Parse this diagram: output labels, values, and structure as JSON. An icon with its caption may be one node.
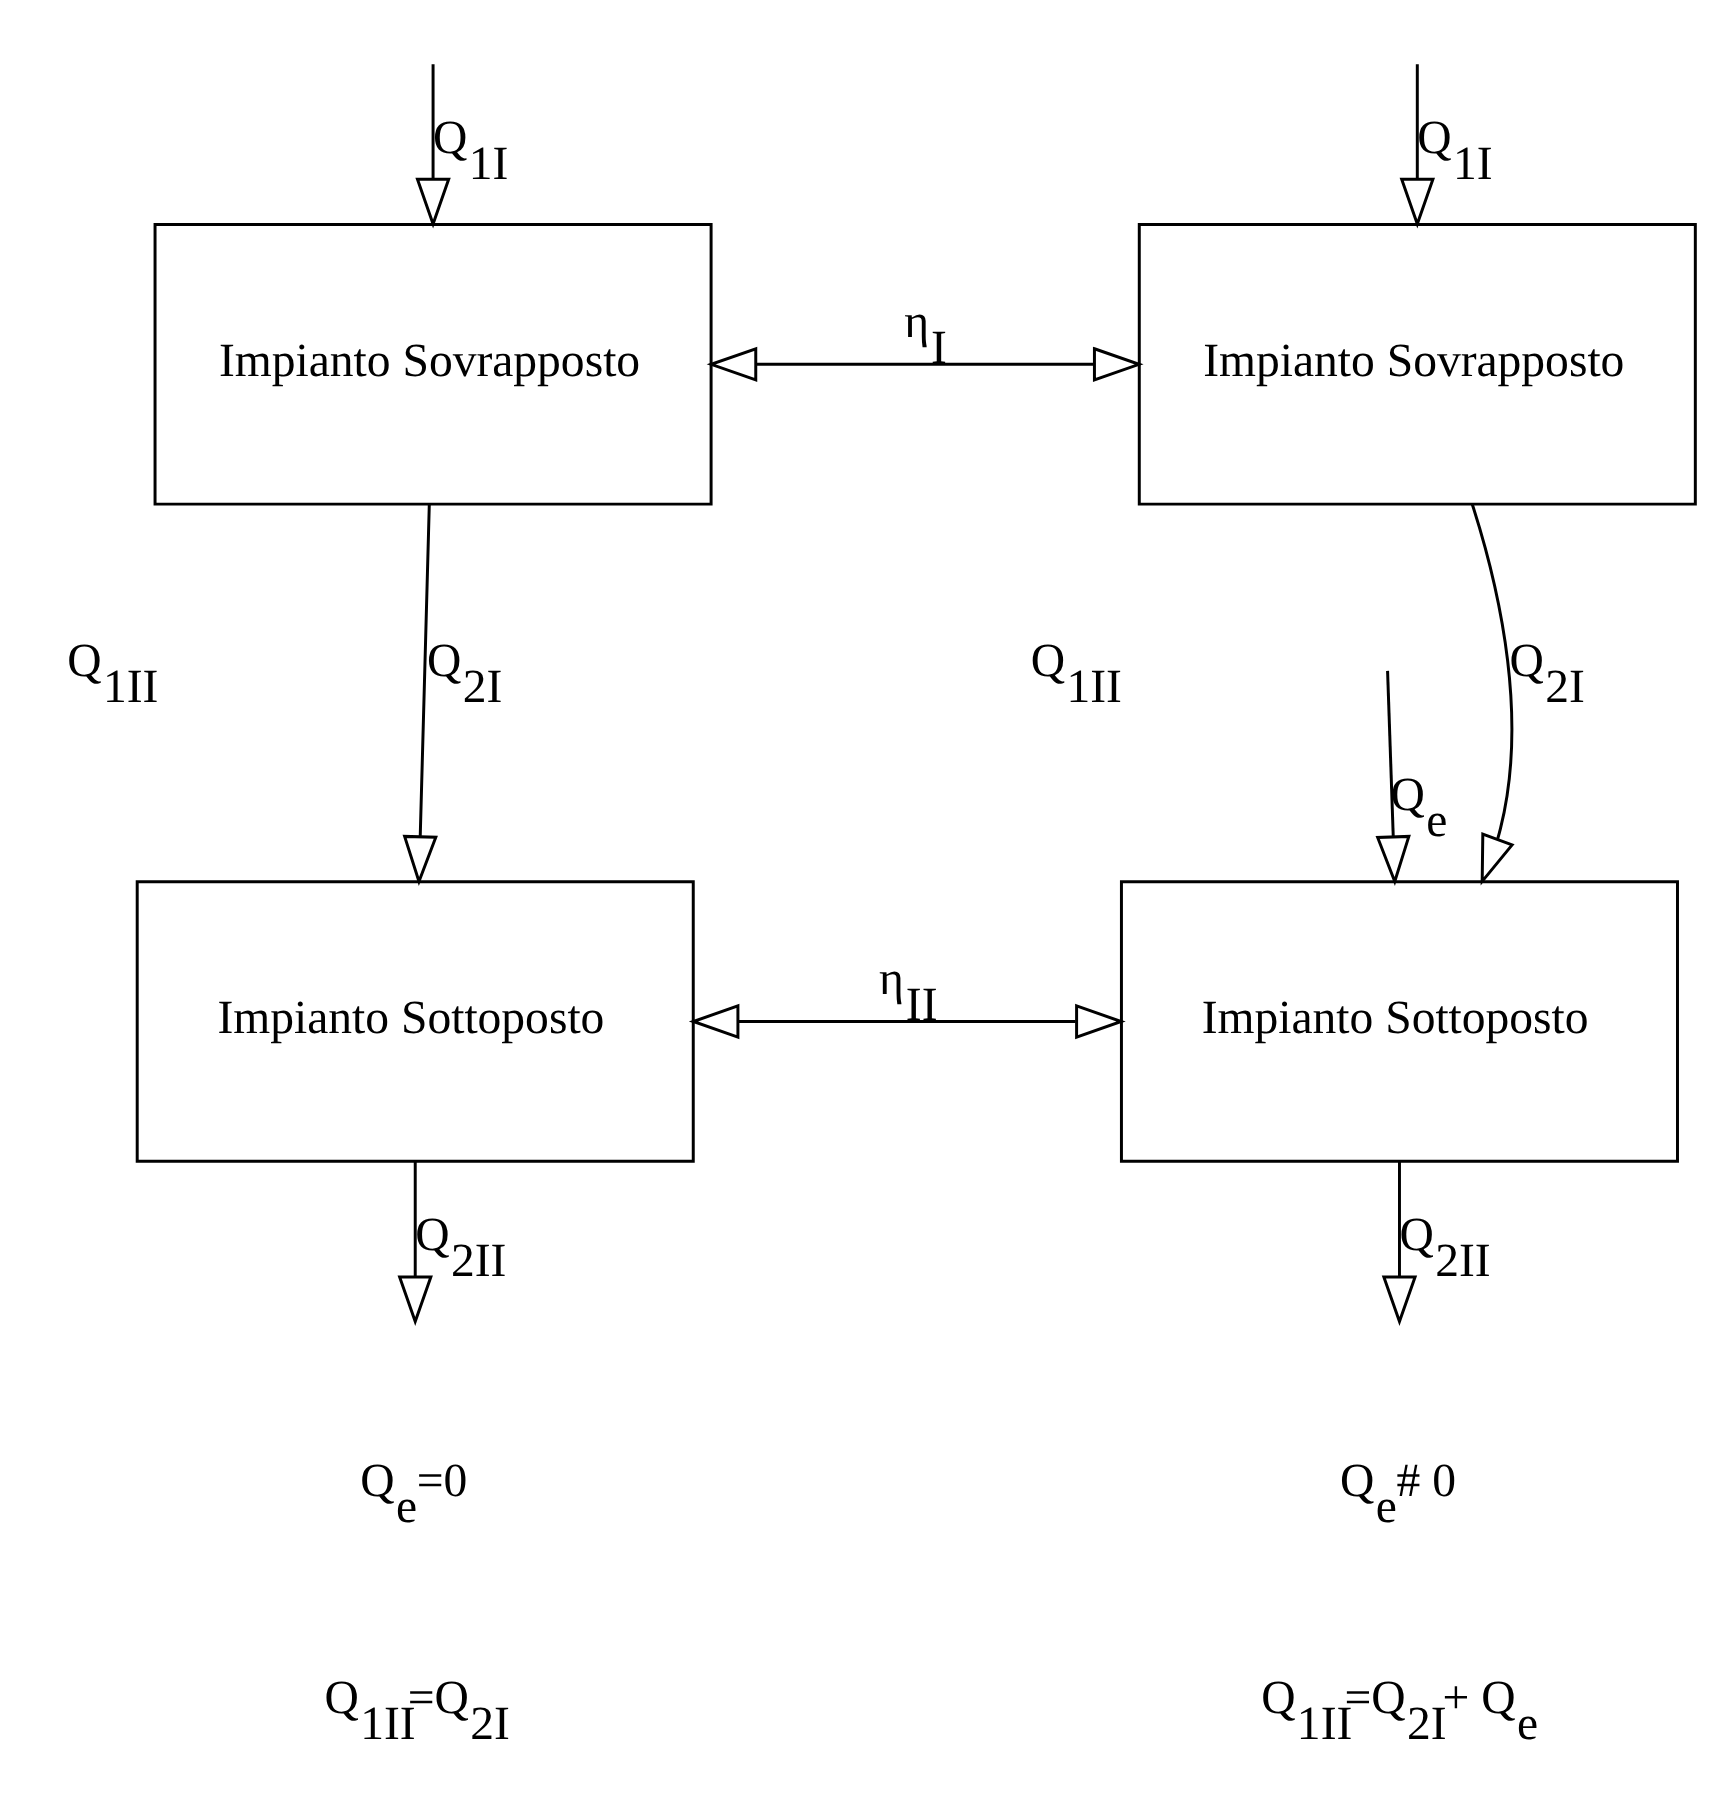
{
  "diagram": {
    "nodes": [
      {
        "text": [
          "Impianto Sovrapposto"
        ]
      },
      {
        "text": [
          "Impianto Sovrapposto"
        ]
      },
      {
        "text": [
          "Impianto Sottoposto"
        ]
      },
      {
        "text": [
          "Impianto Sottoposto"
        ]
      }
    ],
    "edges": [
      {
        "from": null,
        "to": 0,
        "arrow": "to",
        "label": "Q$_{1I}$"
      },
      {
        "from": null,
        "to": 1,
        "arrow": "to",
        "label": "Q$_{1I}$"
      },
      {
        "from": 0,
        "to": 1,
        "arrow": "both",
        "label": "η$_{I}$"
      },
      {
        "from": 0,
        "to": 2,
        "arrow": "to",
        "label": "Q$_{2I}$"
      },
      {
        "from": 1,
        "to": 3,
        "arrow": "to",
        "label": "Q$_{2I}$"
      },
      {
        "from": null,
        "to": 3,
        "arrow": "to",
        "label": "Q$_{e}$"
      },
      {
        "from": 2,
        "to": 3,
        "arrow": "both",
        "label": "η$_{II}$"
      },
      {
        "from": 2,
        "to": null,
        "arrow": "to",
        "label": "Q$_{2II}$"
      },
      {
        "from": 3,
        "to": null,
        "arrow": "to",
        "label": "Q$_{2II}$"
      }
    ],
    "labels": [
      "Q$_{1II}$",
      "Q$_{1II}$",
      "Q$_{e}$=0",
      "Q$_{1II}$=Q$_{2I}$",
      "Q$_{e}$# 0",
      "Q$_{1II}$=Q$_{2I}$+ Q$_{e}$"
    ]
  }
}
